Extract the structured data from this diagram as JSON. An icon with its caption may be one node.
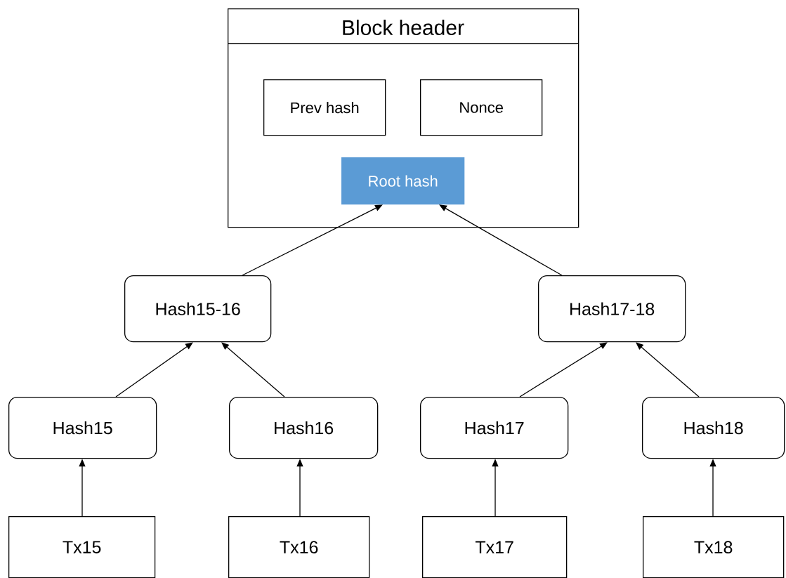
{
  "diagram": {
    "nodes": [
      {
        "text": [
          "Block header"
        ]
      },
      {
        "text": [
          "Prev hash"
        ],
        "in": 0
      },
      {
        "text": [
          "Nonce"
        ],
        "in": 0
      },
      {
        "text": [
          "Root hash"
        ],
        "in": 0
      },
      {
        "text": [
          "Hash15-16"
        ]
      },
      {
        "text": [
          "Hash17-18"
        ]
      },
      {
        "text": [
          "Hash15"
        ]
      },
      {
        "text": [
          "Hash16"
        ]
      },
      {
        "text": [
          "Hash17"
        ]
      },
      {
        "text": [
          "Hash18"
        ]
      },
      {
        "text": [
          "Tx15"
        ]
      },
      {
        "text": [
          "Tx16"
        ]
      },
      {
        "text": [
          "Tx17"
        ]
      },
      {
        "text": [
          "Tx18"
        ]
      }
    ],
    "edges": [
      {
        "from": 4,
        "to": 3,
        "arrow": "to"
      },
      {
        "from": 5,
        "to": 3,
        "arrow": "to"
      },
      {
        "from": 6,
        "to": 4,
        "arrow": "to"
      },
      {
        "from": 7,
        "to": 4,
        "arrow": "to"
      },
      {
        "from": 8,
        "to": 5,
        "arrow": "to"
      },
      {
        "from": 9,
        "to": 5,
        "arrow": "to"
      },
      {
        "from": 10,
        "to": 6,
        "arrow": "to"
      },
      {
        "from": 11,
        "to": 7,
        "arrow": "to"
      },
      {
        "from": 12,
        "to": 8,
        "arrow": "to"
      },
      {
        "from": 13,
        "to": 9,
        "arrow": "to"
      }
    ]
  }
}
